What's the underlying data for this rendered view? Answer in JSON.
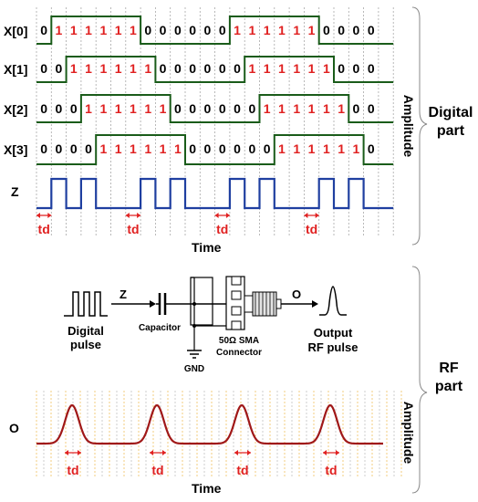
{
  "digital": {
    "signal_names": [
      "X[0]",
      "X[1]",
      "X[2]",
      "X[3]",
      "Z"
    ],
    "bits": [
      "01111110000001111110000",
      "00111111000000111111000",
      "00011111100000011111100",
      "00001111110000001111110"
    ],
    "x_label": "Time",
    "y_label": "Amplitude",
    "delay_label": "td",
    "section_label": [
      "Digital",
      "part"
    ],
    "colors": {
      "x_signal": "#1a5c1a",
      "z_signal": "#1f3fa0",
      "bit_one": "#e02020",
      "bit_zero": "#000000",
      "marker": "#e02020"
    }
  },
  "circuit": {
    "input_symbol_label": [
      "Digital",
      "pulse"
    ],
    "z_label": "Z",
    "capacitor_label": "Capacitor",
    "connector_label": [
      "50Ω SMA",
      "Connector"
    ],
    "gnd_label": "GND",
    "o_label": "O",
    "output_label": [
      "Output",
      "RF pulse"
    ]
  },
  "rf": {
    "signal_name": "O",
    "x_label": "Time",
    "y_label": "Amplitude",
    "delay_label": "td",
    "section_label": [
      "RF",
      "part"
    ],
    "colors": {
      "pulse": "#a01818",
      "grid_a": "#f0c060",
      "grid_b": "#c0c0c0"
    }
  }
}
